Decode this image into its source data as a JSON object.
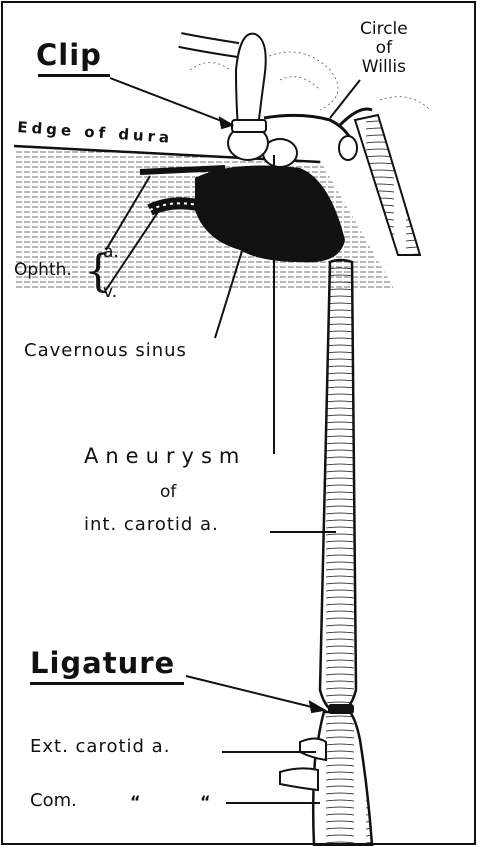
{
  "labels": {
    "clip": "Clip",
    "circle_line1": "Circle",
    "circle_line2": "of",
    "circle_line3": "Willis",
    "edge_of_dura": "Edge of dura",
    "ophth": "Ophth.",
    "ophth_a": "a.",
    "ophth_v": "v.",
    "cavernous_sinus": "Cavernous sinus",
    "aneurysm": "Aneurysm",
    "of": "of",
    "int_carotid": "int. carotid a.",
    "ligature": "Ligature",
    "ext_carotid": "Ext. carotid a.",
    "com": "Com.",
    "ditto1": "“",
    "ditto2": "“"
  },
  "colors": {
    "ink": "#111111",
    "paper": "#ffffff"
  }
}
